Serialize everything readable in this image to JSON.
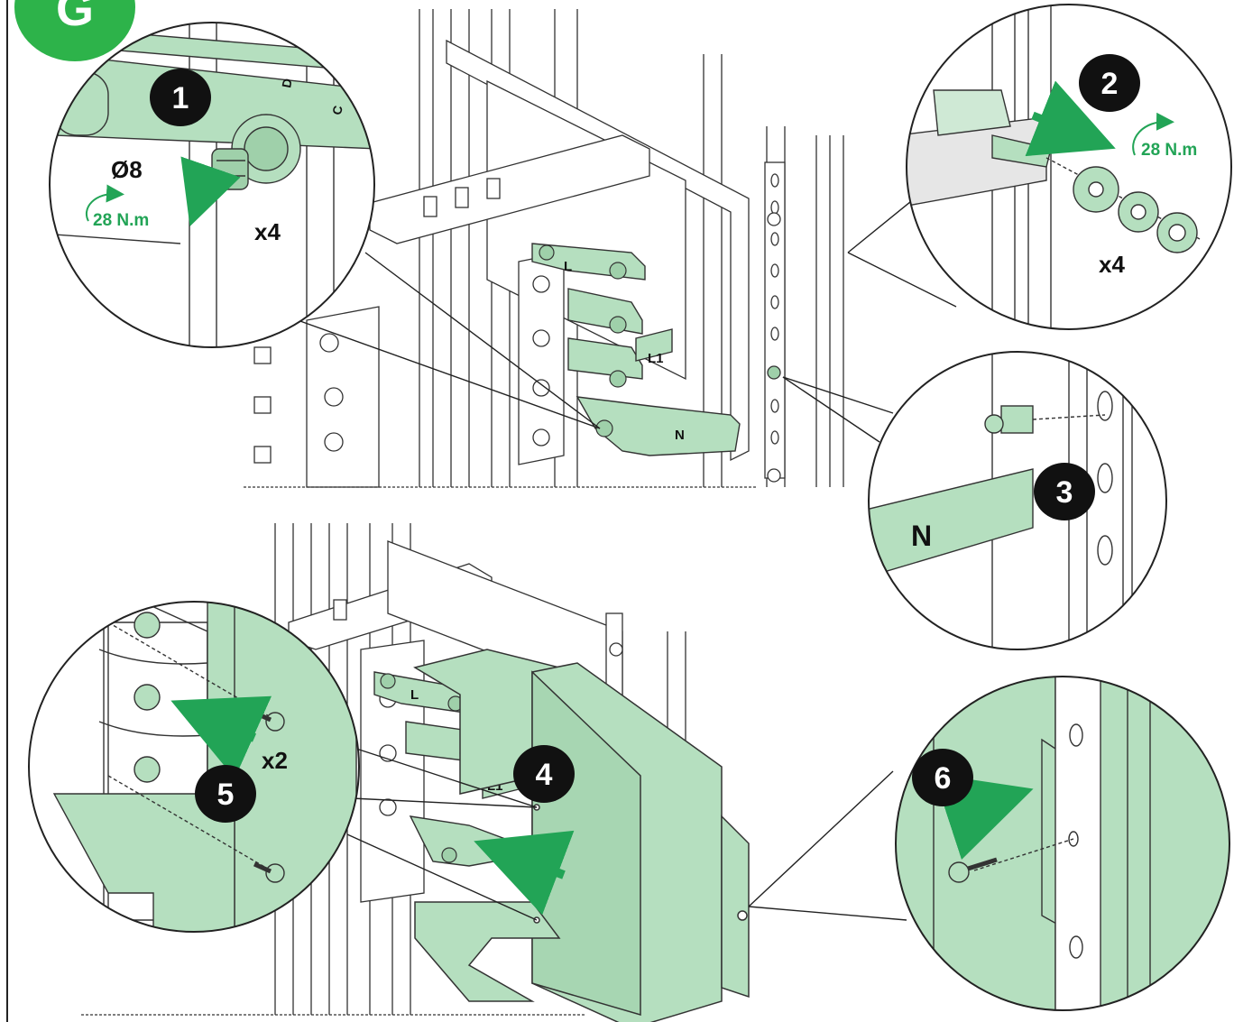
{
  "section_badge": {
    "letter": "G",
    "color": "#2db34a"
  },
  "colors": {
    "part_green": "#b5dfbf",
    "arrow_green": "#22a456",
    "line": "#222222"
  },
  "steps": [
    {
      "number": "1",
      "bolt_size": "Ø8",
      "torque": "28 N.m",
      "quantity": "x4",
      "arrow_icon": "rotate-clockwise-arrow"
    },
    {
      "number": "2",
      "torque": "28 N.m",
      "quantity": "x4",
      "arrow_icon": "push-arrow"
    },
    {
      "number": "3",
      "bar_label": "N",
      "part_icon": "cage-nut"
    },
    {
      "number": "4",
      "arrow_icon": "push-arrow"
    },
    {
      "number": "5",
      "quantity": "x2",
      "arrow_icon": "push-arrow"
    },
    {
      "number": "6",
      "arrow_icon": "push-arrow",
      "part_icon": "screw"
    }
  ],
  "busbar_labels": {
    "l1": "L1",
    "l_partial": "L",
    "n": "N"
  },
  "scene_letters": {
    "d": "D",
    "c": "C"
  }
}
